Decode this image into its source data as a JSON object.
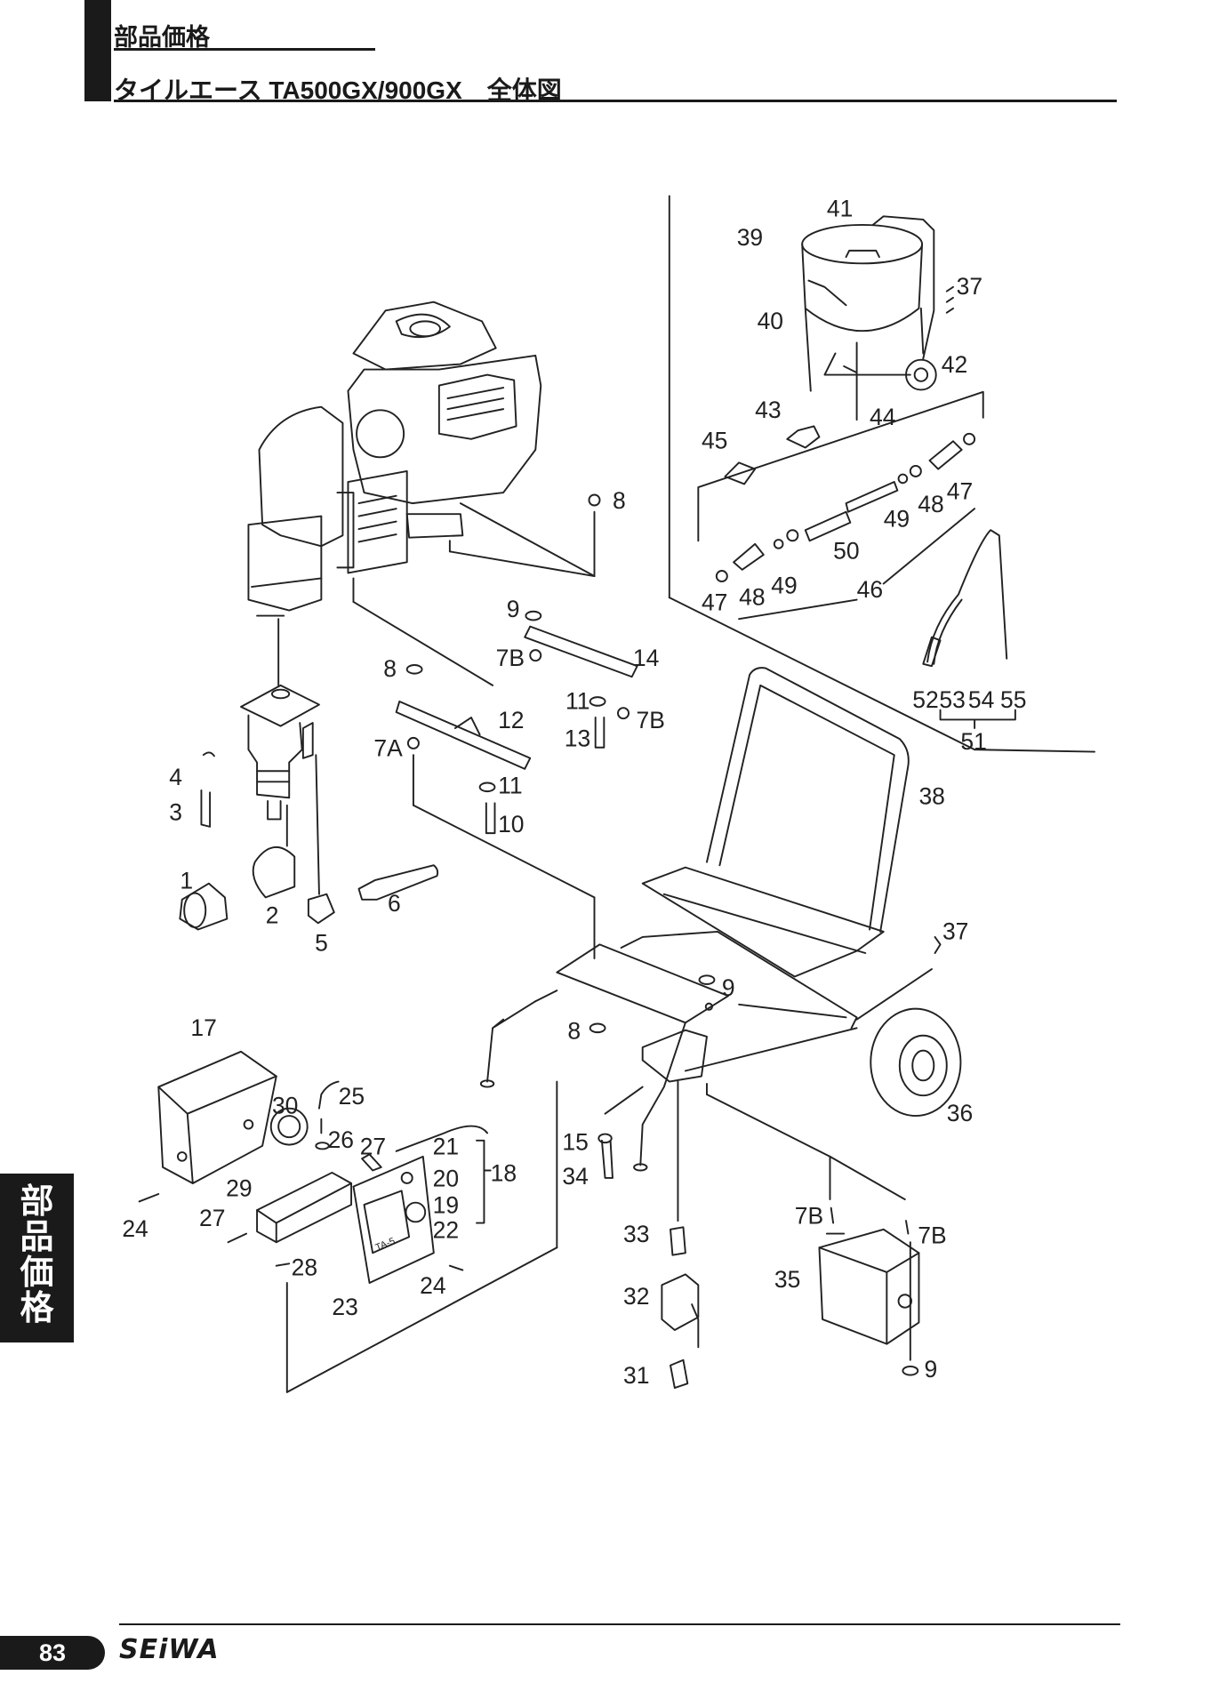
{
  "header": {
    "section": "部品価格",
    "title": "タイルエース TA500GX/900GX　全体図"
  },
  "side_tab": {
    "chars": [
      "部",
      "品",
      "価",
      "格"
    ]
  },
  "footer": {
    "page_number": "83",
    "brand": "SEiWA"
  },
  "diagram": {
    "stamp_text": "TA-5",
    "part_labels": [
      {
        "id": "l41",
        "text": "41"
      },
      {
        "id": "l39",
        "text": "39"
      },
      {
        "id": "l37a",
        "text": "37"
      },
      {
        "id": "l40",
        "text": "40"
      },
      {
        "id": "l42",
        "text": "42"
      },
      {
        "id": "l43",
        "text": "43"
      },
      {
        "id": "l44",
        "text": "44"
      },
      {
        "id": "l45",
        "text": "45"
      },
      {
        "id": "l47a",
        "text": "47"
      },
      {
        "id": "l48a",
        "text": "48"
      },
      {
        "id": "l49a",
        "text": "49"
      },
      {
        "id": "l50",
        "text": "50"
      },
      {
        "id": "l47b",
        "text": "47"
      },
      {
        "id": "l48b",
        "text": "48"
      },
      {
        "id": "l49b",
        "text": "49"
      },
      {
        "id": "l46",
        "text": "46"
      },
      {
        "id": "l8a",
        "text": "8"
      },
      {
        "id": "l9a",
        "text": "9"
      },
      {
        "id": "l7Ba",
        "text": "7B"
      },
      {
        "id": "l14",
        "text": "14"
      },
      {
        "id": "l8b",
        "text": "8"
      },
      {
        "id": "l12",
        "text": "12"
      },
      {
        "id": "l11a",
        "text": "11"
      },
      {
        "id": "l7Bb",
        "text": "7B"
      },
      {
        "id": "l13",
        "text": "13"
      },
      {
        "id": "l7A",
        "text": "7A"
      },
      {
        "id": "l11b",
        "text": "11"
      },
      {
        "id": "l10",
        "text": "10"
      },
      {
        "id": "l52",
        "text": "52"
      },
      {
        "id": "l53",
        "text": "53"
      },
      {
        "id": "l54",
        "text": "54"
      },
      {
        "id": "l55",
        "text": "55"
      },
      {
        "id": "l51",
        "text": "51"
      },
      {
        "id": "l38",
        "text": "38"
      },
      {
        "id": "l4",
        "text": "4"
      },
      {
        "id": "l3",
        "text": "3"
      },
      {
        "id": "l1",
        "text": "1"
      },
      {
        "id": "l2",
        "text": "2"
      },
      {
        "id": "l6",
        "text": "6"
      },
      {
        "id": "l5",
        "text": "5"
      },
      {
        "id": "l37b",
        "text": "37"
      },
      {
        "id": "l9b",
        "text": "9"
      },
      {
        "id": "l8c",
        "text": "8"
      },
      {
        "id": "l36",
        "text": "36"
      },
      {
        "id": "l17",
        "text": "17"
      },
      {
        "id": "l30",
        "text": "30"
      },
      {
        "id": "l25",
        "text": "25"
      },
      {
        "id": "l26",
        "text": "26"
      },
      {
        "id": "l27a",
        "text": "27"
      },
      {
        "id": "l21",
        "text": "21"
      },
      {
        "id": "l18",
        "text": "18"
      },
      {
        "id": "l20",
        "text": "20"
      },
      {
        "id": "l19",
        "text": "19"
      },
      {
        "id": "l22",
        "text": "22"
      },
      {
        "id": "l29",
        "text": "29"
      },
      {
        "id": "l27b",
        "text": "27"
      },
      {
        "id": "l24a",
        "text": "24"
      },
      {
        "id": "l28",
        "text": "28"
      },
      {
        "id": "l24b",
        "text": "24"
      },
      {
        "id": "l23",
        "text": "23"
      },
      {
        "id": "l15",
        "text": "15"
      },
      {
        "id": "l34",
        "text": "34"
      },
      {
        "id": "l33",
        "text": "33"
      },
      {
        "id": "l32",
        "text": "32"
      },
      {
        "id": "l31",
        "text": "31"
      },
      {
        "id": "l7Bc",
        "text": "7B"
      },
      {
        "id": "l7Bd",
        "text": "7B"
      },
      {
        "id": "l35",
        "text": "35"
      },
      {
        "id": "l9c",
        "text": "9"
      }
    ]
  }
}
